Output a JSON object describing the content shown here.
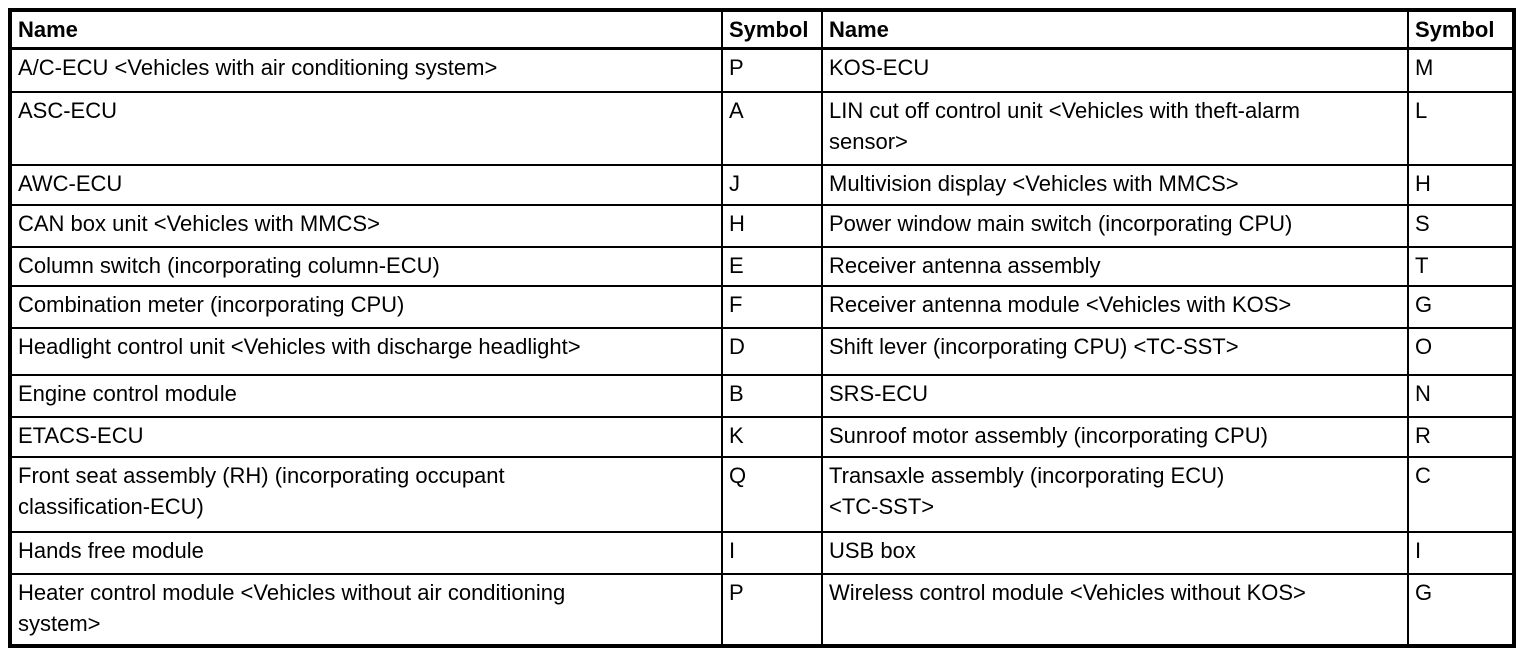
{
  "colors": {
    "border": "#000000",
    "background": "#ffffff",
    "text": "#000000"
  },
  "table": {
    "headers": [
      {
        "label": "Name"
      },
      {
        "label": "Symbol"
      },
      {
        "label": "Name"
      },
      {
        "label": "Symbol"
      }
    ],
    "rows": [
      {
        "left_name": "A/C-ECU <Vehicles with air conditioning system>",
        "left_symbol": "P",
        "right_name": "KOS-ECU",
        "right_symbol": "M"
      },
      {
        "left_name": "ASC-ECU",
        "left_symbol": "A",
        "right_name": "LIN cut off control unit <Vehicles with theft-alarm\nsensor>",
        "right_symbol": "L"
      },
      {
        "left_name": "AWC-ECU",
        "left_symbol": "J",
        "right_name": "Multivision display <Vehicles with MMCS>",
        "right_symbol": "H"
      },
      {
        "left_name": "CAN box unit <Vehicles with MMCS>",
        "left_symbol": "H",
        "right_name": "Power window main switch (incorporating CPU)",
        "right_symbol": "S"
      },
      {
        "left_name": "Column switch (incorporating column-ECU)",
        "left_symbol": "E",
        "right_name": "Receiver antenna assembly",
        "right_symbol": "T"
      },
      {
        "left_name": "Combination meter (incorporating CPU)",
        "left_symbol": "F",
        "right_name": "Receiver antenna module <Vehicles with KOS>",
        "right_symbol": "G"
      },
      {
        "left_name": "Headlight control unit <Vehicles with discharge headlight>",
        "left_symbol": "D",
        "right_name": "Shift lever (incorporating CPU) <TC-SST>",
        "right_symbol": "O"
      },
      {
        "left_name": "Engine control module",
        "left_symbol": "B",
        "right_name": "SRS-ECU",
        "right_symbol": "N"
      },
      {
        "left_name": "ETACS-ECU",
        "left_symbol": "K",
        "right_name": "Sunroof motor assembly (incorporating CPU)",
        "right_symbol": "R"
      },
      {
        "left_name": "Front seat assembly (RH) (incorporating occupant\nclassification-ECU)",
        "left_symbol": "Q",
        "right_name": "Transaxle assembly (incorporating ECU)\n<TC-SST>",
        "right_symbol": "C"
      },
      {
        "left_name": "Hands free module",
        "left_symbol": "I",
        "right_name": "USB box",
        "right_symbol": "I"
      },
      {
        "left_name": "Heater control module <Vehicles without air conditioning\nsystem>",
        "left_symbol": "P",
        "right_name": "Wireless control module <Vehicles without KOS>",
        "right_symbol": "G"
      }
    ]
  }
}
